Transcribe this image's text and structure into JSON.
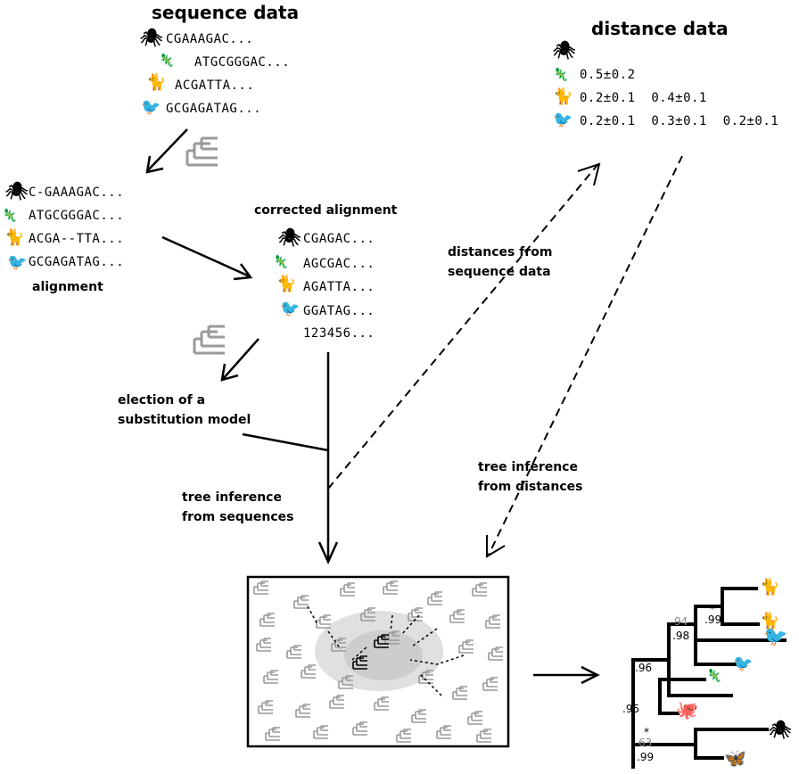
{
  "sequence_data": {
    "title": "sequence data",
    "rows": [
      "CGAAAGAC...",
      "ATGCGGGAC...",
      "ACGATTA...",
      "GCGAGATAG..."
    ]
  },
  "distance_data": {
    "title": "distance data",
    "rows": [
      "0.5±0.2",
      "0.2±0.1  0.4±0.1",
      "0.2±0.1  0.3±0.1  0.2±0.1"
    ]
  },
  "alignment": {
    "label": "alignment",
    "rows": [
      "C-GAAAGAC...",
      "ATGCGGGAC...",
      "ACGA--TTA...",
      "GCGAGATAG..."
    ]
  },
  "corrected_alignment": {
    "label": "corrected alignment",
    "rows": [
      "CGAGAC...",
      "AGCGAC...",
      "AGATTA...",
      "GGATAG..."
    ],
    "positions": "123456..."
  },
  "steps": {
    "model_selection": [
      "election of a",
      "substitution model"
    ],
    "distances_from_sequence": [
      "distances from",
      "sequence data"
    ],
    "tree_from_sequences": [
      "tree inference",
      "from sequences"
    ],
    "tree_from_distances": [
      "tree inference",
      "from distances"
    ]
  },
  "tree_support": {
    "n1_grey": "94",
    "n1": ".98",
    "n2_star": "*",
    "n2": ".99",
    "n3": ".96",
    "n4": ".95",
    "n5_star": "*",
    "n5_grey": "63",
    "n5": ".99"
  },
  "colors": {
    "tree_icon_grey": "#9a9a9a",
    "ink": "#000000"
  }
}
